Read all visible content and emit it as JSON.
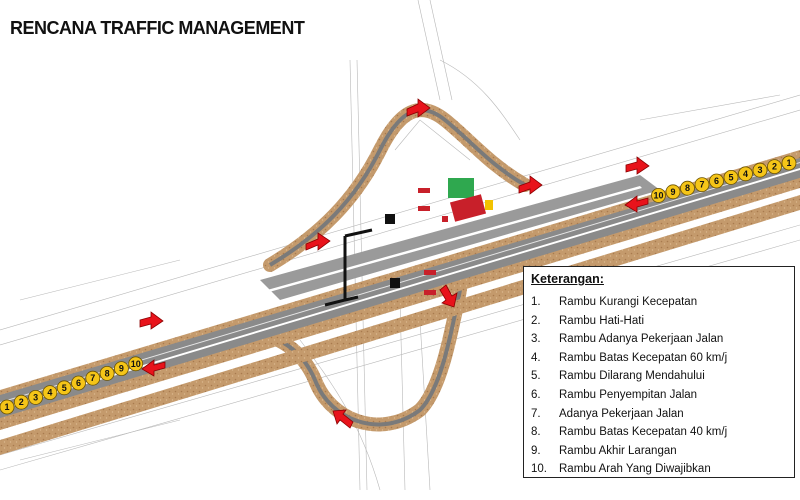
{
  "title": "RENCANA TRAFFIC MANAGEMENT",
  "colors": {
    "work_zone": "#c49a6c",
    "road": "#8a8a8a",
    "lane_marking": "#ffffff",
    "arrow": "#e8131b",
    "sign": "#f5c518",
    "structure_green": "#2fa84f",
    "structure_red": "#c8202a",
    "structure_yellow": "#f2c200",
    "block_black": "#111111"
  },
  "signs_left": [
    "1",
    "2",
    "3",
    "4",
    "5",
    "6",
    "7",
    "8",
    "9",
    "10"
  ],
  "signs_right": [
    "1",
    "2",
    "3",
    "4",
    "5",
    "6",
    "7",
    "8",
    "9",
    "10"
  ],
  "legend": {
    "title": "Keterangan:",
    "items": [
      {
        "num": "1.",
        "label": "Rambu Kurangi Kecepatan"
      },
      {
        "num": "2.",
        "label": "Rambu Hati-Hati"
      },
      {
        "num": "3.",
        "label": "Rambu Adanya Pekerjaan Jalan"
      },
      {
        "num": "4.",
        "label": "Rambu Batas Kecepatan 60 km/j"
      },
      {
        "num": "5.",
        "label": "Rambu Dilarang Mendahului"
      },
      {
        "num": "6.",
        "label": "Rambu Penyempitan Jalan"
      },
      {
        "num": "7.",
        "label": "Adanya Pekerjaan Jalan"
      },
      {
        "num": "8.",
        "label": "Rambu Batas Kecepatan 40 km/j"
      },
      {
        "num": "9.",
        "label": "Rambu Akhir Larangan"
      },
      {
        "num": "10.",
        "label": "Rambu Arah Yang Diwajibkan"
      }
    ]
  }
}
